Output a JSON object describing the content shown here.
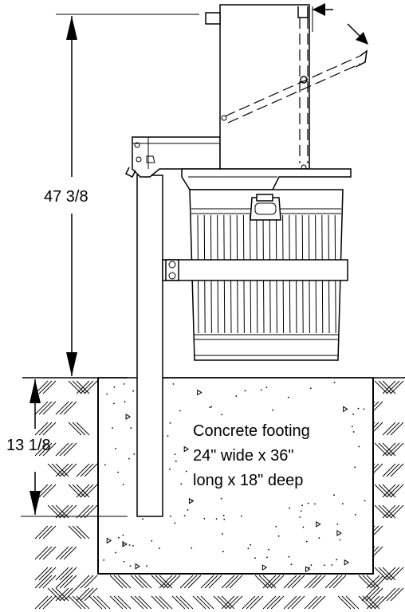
{
  "dimensions": {
    "overall_height": "47 3/8",
    "footing_depth": "13 1/8"
  },
  "footing_note": {
    "lines": [
      "Concrete footing",
      "24\" wide x 36\"",
      "long x 18\" deep"
    ]
  },
  "colors": {
    "line": "#000000",
    "background": "#ffffff"
  }
}
